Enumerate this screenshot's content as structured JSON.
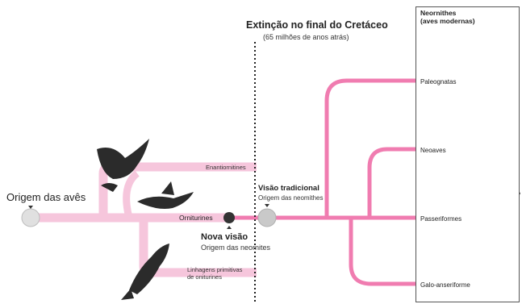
{
  "extinction": {
    "title": "Extinção no final do Cretáceo",
    "subtitle": "(65 milhões de anos atrás)"
  },
  "origin": {
    "label": "Origem das avês"
  },
  "lineages": {
    "enantiornithes": "Enantiornitines",
    "ornithurines": "Orniturines",
    "primitive": [
      "Linhagens primitivas",
      "de oniturines"
    ]
  },
  "new_view": {
    "title": "Nova visão",
    "subtitle": "Origem das neornites"
  },
  "traditional_view": {
    "title": "Visão tradicional",
    "subtitle": "Origem das neomithes"
  },
  "neornithes": {
    "title": [
      "Neornithes",
      "(aves modernas)"
    ],
    "groups": [
      "Paleognatas",
      "Neoaves",
      "Passeriformes",
      "Galo-anseriforme"
    ]
  },
  "colors": {
    "branch_main": "#f07cb0",
    "branch_faint": "#f6c6dc",
    "node_gray": "#c9c9c9",
    "node_dark": "#333333"
  },
  "icons": [
    "bird-silhouette-icon",
    "ostrich-icon",
    "hummingbird-icon",
    "finch-icon",
    "duck-icon"
  ]
}
